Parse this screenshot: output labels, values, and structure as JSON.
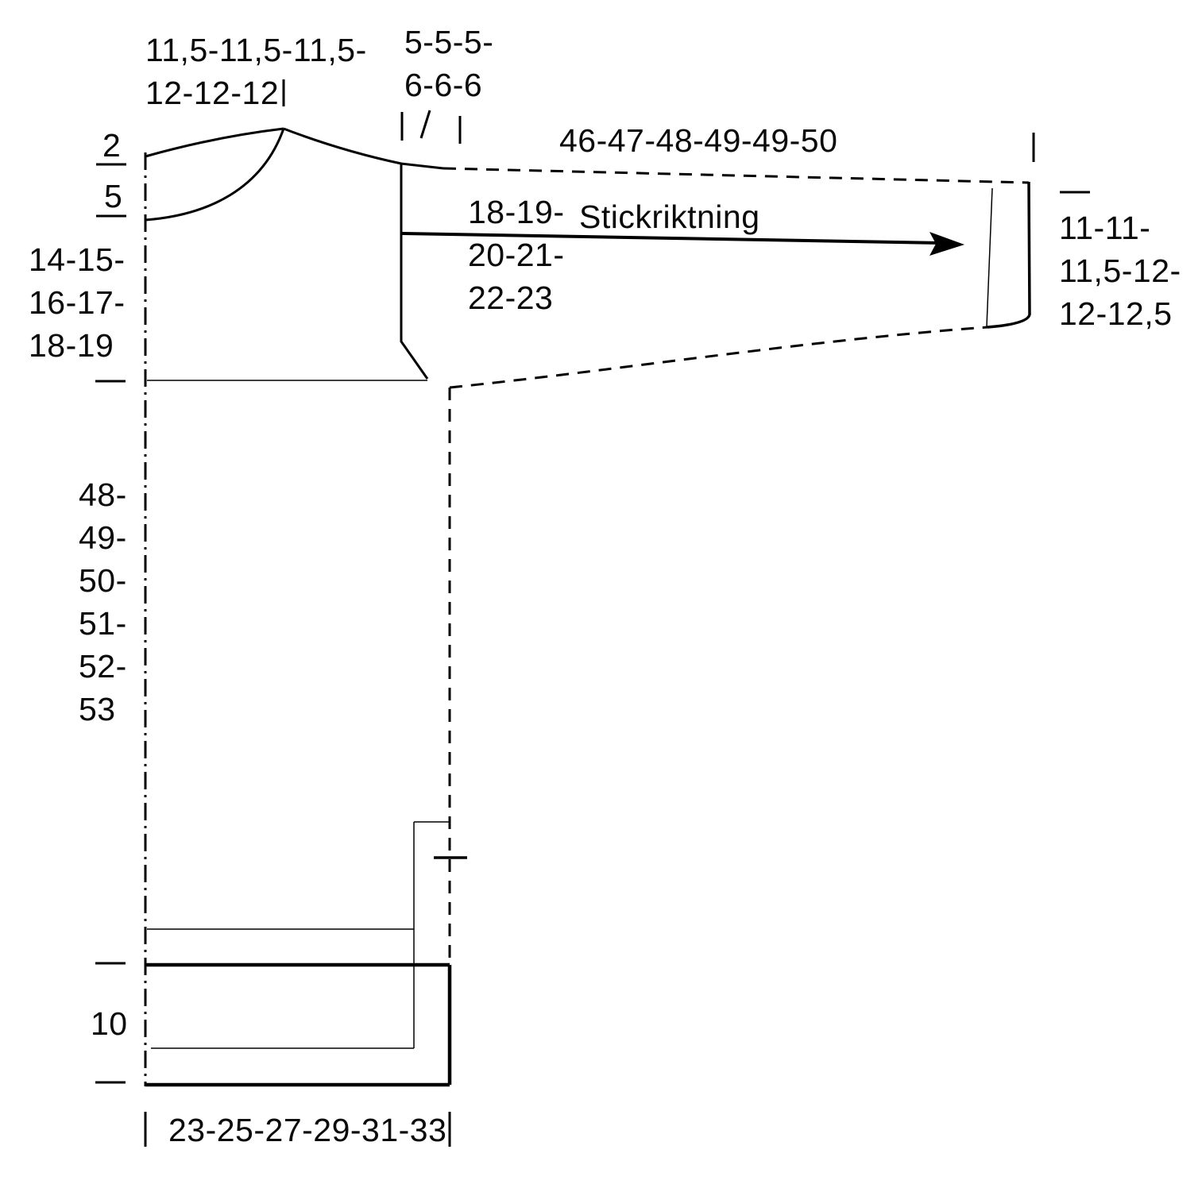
{
  "diagram": {
    "type": "knitting-pattern-schematic",
    "language": "sv",
    "colors": {
      "line": "#000000",
      "background": "#ffffff"
    },
    "labels": {
      "shoulder_width": "11,5-11,5-11,5-\n12-12-12",
      "neck_width": "5-5-5-\n6-6-6",
      "sleeve_length": "46-47-48-49-49-50",
      "back_neck_depth": "2",
      "front_neck_depth": "5",
      "armhole_depth": "14-15-\n16-17-\n18-19",
      "sleeve_width": "18-19-\n20-21-\n22-23",
      "knit_direction": "Stickriktning",
      "cuff_width": "11-11-\n11,5-12-\n12-12,5",
      "body_length": "48-\n49-\n50-\n51-\n52-\n53",
      "rib_height": "10",
      "body_width": "23-25-27-29-31-33"
    }
  }
}
